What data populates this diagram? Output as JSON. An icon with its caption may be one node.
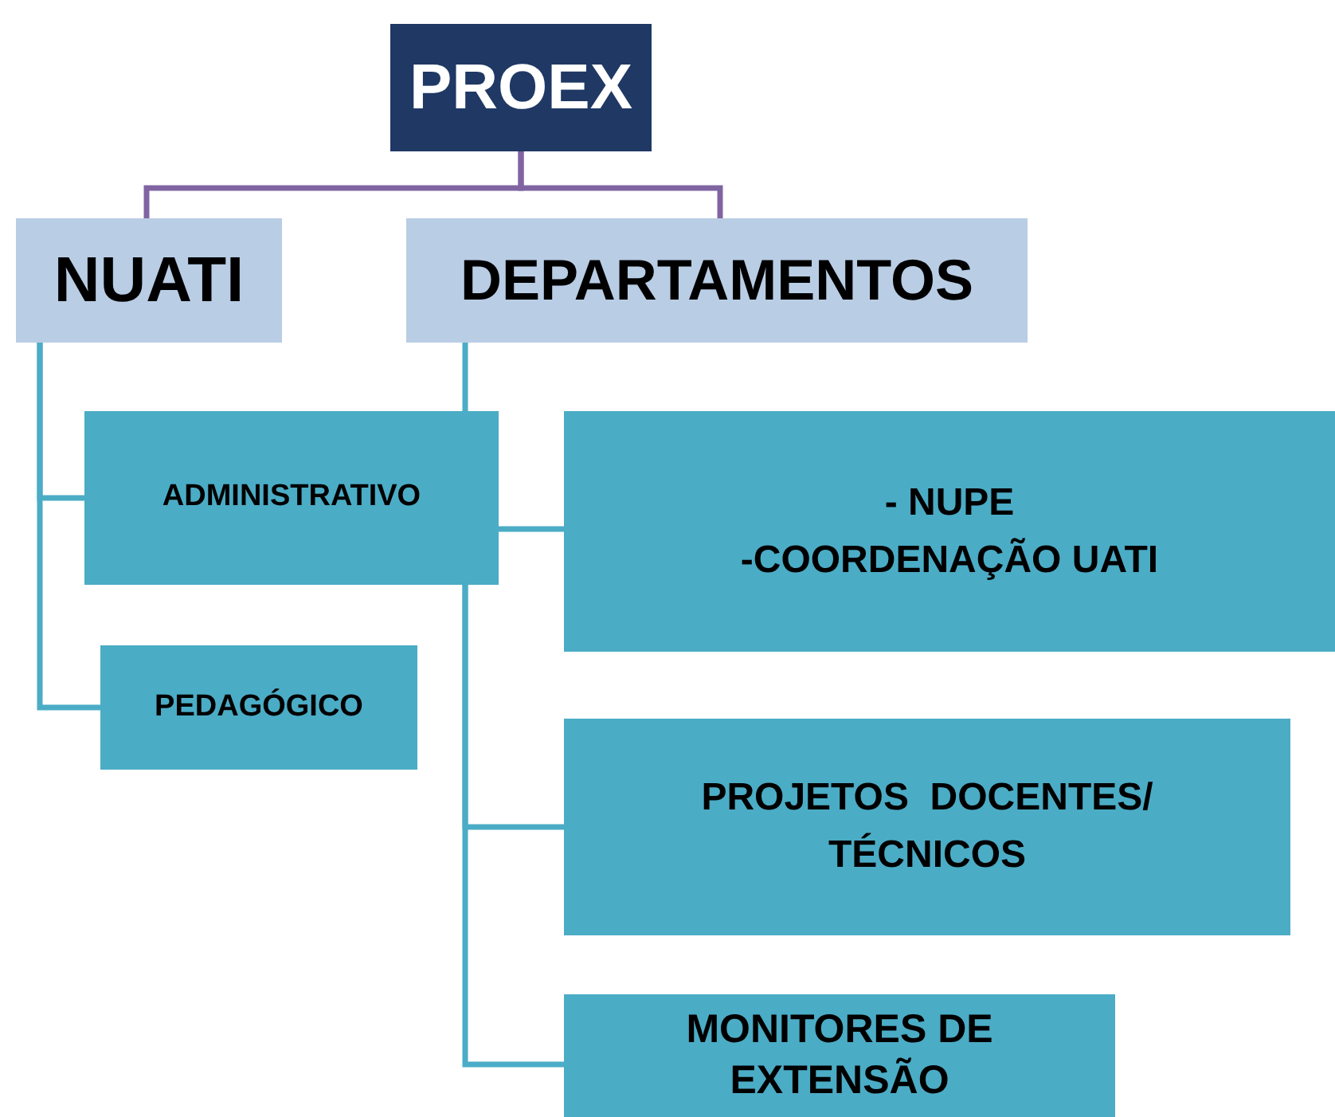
{
  "diagram": {
    "nodes": [
      {
        "text": [
          "PROEX"
        ]
      },
      {
        "text": [
          "NUATI"
        ]
      },
      {
        "text": [
          "DEPARTAMENTOS"
        ]
      },
      {
        "text": [
          "ADMINISTRATIVO"
        ]
      },
      {
        "text": [
          "PEDAGÓGICO"
        ]
      },
      {
        "text": [
          "- NUPE",
          "-COORDENAÇÃO UATI"
        ]
      },
      {
        "text": [
          "PROJETOS  DOCENTES/ TÉCNICOS"
        ]
      },
      {
        "text": [
          "MONITORES DE EXTENSÃO"
        ]
      }
    ],
    "edges": [
      {
        "from": 0,
        "to": 1,
        "arrow": "none",
        "color": "#8064a2"
      },
      {
        "from": 0,
        "to": 2,
        "arrow": "none",
        "color": "#8064a2"
      },
      {
        "from": 1,
        "to": 3,
        "arrow": "none"
      },
      {
        "from": 1,
        "to": 4,
        "arrow": "none"
      },
      {
        "from": 2,
        "to": 3,
        "arrow": "none"
      },
      {
        "from": 3,
        "to": 5,
        "arrow": "none"
      },
      {
        "from": 3,
        "to": 6,
        "arrow": "none"
      },
      {
        "from": 3,
        "to": 7,
        "arrow": "none"
      }
    ]
  }
}
